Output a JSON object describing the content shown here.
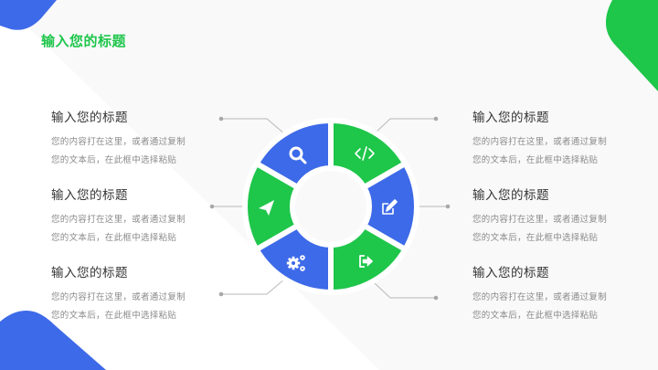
{
  "slide": {
    "title": "输入您的标题",
    "colors": {
      "green": "#1ec64a",
      "blue": "#3d6ae8",
      "heading": "#333333",
      "body": "#8a8a8a",
      "line": "#b3b3b3"
    }
  },
  "left_items": [
    {
      "title": "输入您的标题",
      "line1": "您的内容打在这里，或者通过复制",
      "line2": "您的文本后，在此框中选择粘贴"
    },
    {
      "title": "输入您的标题",
      "line1": "您的内容打在这里，或者通过复制",
      "line2": "您的文本后，在此框中选择粘贴"
    },
    {
      "title": "输入您的标题",
      "line1": "您的内容打在这里，或者通过复制",
      "line2": "您的文本后，在此框中选择粘贴"
    }
  ],
  "right_items": [
    {
      "title": "输入您的标题",
      "line1": "您的内容打在这里，或者通过复制",
      "line2": "您的文本后，在此框中选择粘贴"
    },
    {
      "title": "输入您的标题",
      "line1": "您的内容打在这里，或者通过复制",
      "line2": "您的文本后，在此框中选择粘贴"
    },
    {
      "title": "输入您的标题",
      "line1": "您的内容打在这里，或者通过复制",
      "line2": "您的文本后，在此框中选择粘贴"
    }
  ],
  "ring_segments": [
    {
      "position": "top-left",
      "icon": "search-icon",
      "color": "blue"
    },
    {
      "position": "top-right",
      "icon": "code-icon",
      "color": "green"
    },
    {
      "position": "right",
      "icon": "edit-icon",
      "color": "blue"
    },
    {
      "position": "bottom-right",
      "icon": "exit-icon",
      "color": "green"
    },
    {
      "position": "bottom-left",
      "icon": "gears-icon",
      "color": "blue"
    },
    {
      "position": "left",
      "icon": "send-icon",
      "color": "green"
    }
  ]
}
